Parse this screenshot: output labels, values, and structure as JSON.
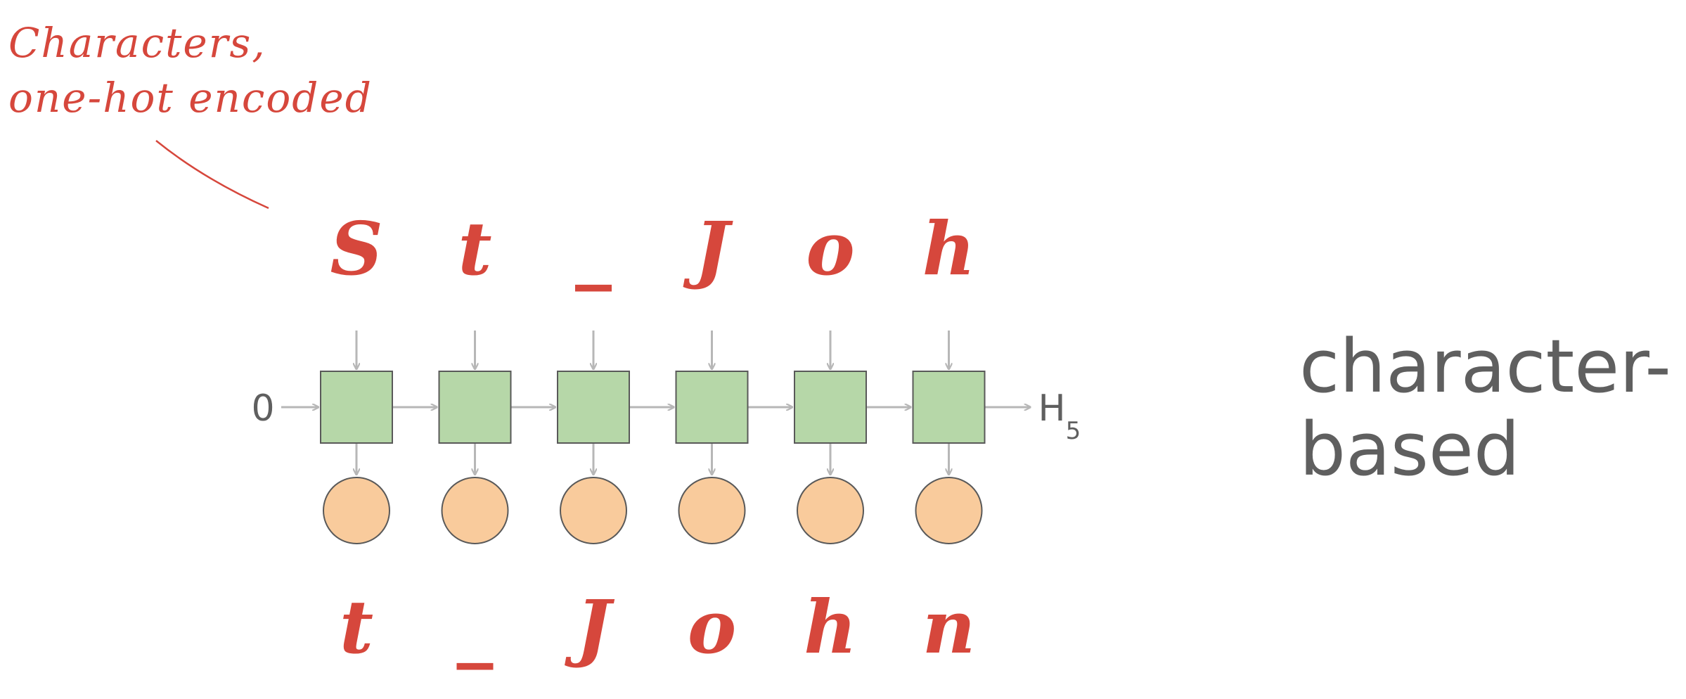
{
  "annotation": {
    "line1": "Characters,",
    "line2": "one-hot encoded"
  },
  "inputs": [
    "S",
    "t",
    "_",
    "J",
    "o",
    "h"
  ],
  "outputs": [
    "t",
    "_",
    "J",
    "o",
    "h",
    "n"
  ],
  "initial_state": "0",
  "final_state": {
    "label": "H",
    "subscript": "5"
  },
  "side_label": {
    "line1": "character-",
    "line2": "based"
  },
  "colors": {
    "accent": "#d6473c",
    "cell_fill": "#b6d7a8",
    "cell_stroke": "#595959",
    "output_fill": "#f9cb9c",
    "arrow": "#b7b7b7",
    "text": "#5f5f5f"
  }
}
